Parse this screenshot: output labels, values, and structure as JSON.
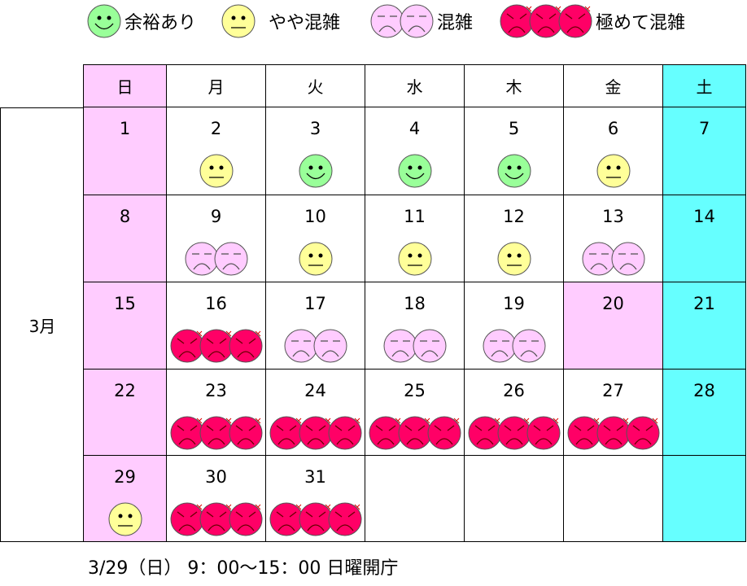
{
  "legend": [
    {
      "level": 1,
      "count": 1,
      "label": "余裕あり"
    },
    {
      "level": 2,
      "count": 1,
      "label": "やや混雑"
    },
    {
      "level": 3,
      "count": 2,
      "label": "混雑"
    },
    {
      "level": 4,
      "count": 3,
      "label": "極めて混雑"
    }
  ],
  "weekdays": [
    "日",
    "月",
    "火",
    "水",
    "木",
    "金",
    "土"
  ],
  "month_label": "3月",
  "colors": {
    "sunday": "#ffccff",
    "saturday": "#66ffff",
    "holiday": "#ffccff",
    "green": "#99ff99",
    "yellow": "#ffff99",
    "pink": "#ffccff",
    "red": "#ff0066"
  },
  "weeks": [
    [
      {
        "d": "1",
        "lv": 0
      },
      {
        "d": "2",
        "lv": 2
      },
      {
        "d": "3",
        "lv": 1
      },
      {
        "d": "4",
        "lv": 1
      },
      {
        "d": "5",
        "lv": 1
      },
      {
        "d": "6",
        "lv": 2
      },
      {
        "d": "7",
        "lv": 0
      }
    ],
    [
      {
        "d": "8",
        "lv": 0
      },
      {
        "d": "9",
        "lv": 3
      },
      {
        "d": "10",
        "lv": 2
      },
      {
        "d": "11",
        "lv": 2
      },
      {
        "d": "12",
        "lv": 2
      },
      {
        "d": "13",
        "lv": 3
      },
      {
        "d": "14",
        "lv": 0
      }
    ],
    [
      {
        "d": "15",
        "lv": 0
      },
      {
        "d": "16",
        "lv": 4
      },
      {
        "d": "17",
        "lv": 3
      },
      {
        "d": "18",
        "lv": 3
      },
      {
        "d": "19",
        "lv": 3
      },
      {
        "d": "20",
        "lv": 0,
        "holiday": true
      },
      {
        "d": "21",
        "lv": 0
      }
    ],
    [
      {
        "d": "22",
        "lv": 0
      },
      {
        "d": "23",
        "lv": 4
      },
      {
        "d": "24",
        "lv": 4
      },
      {
        "d": "25",
        "lv": 4
      },
      {
        "d": "26",
        "lv": 4
      },
      {
        "d": "27",
        "lv": 4
      },
      {
        "d": "28",
        "lv": 0
      }
    ],
    [
      {
        "d": "29",
        "lv": 2
      },
      {
        "d": "30",
        "lv": 4
      },
      {
        "d": "31",
        "lv": 4
      },
      {
        "d": "",
        "lv": 0
      },
      {
        "d": "",
        "lv": 0
      },
      {
        "d": "",
        "lv": 0
      },
      {
        "d": "",
        "lv": 0
      }
    ]
  ],
  "footer": "3/29（日） 9：00～15：00 日曜開庁"
}
